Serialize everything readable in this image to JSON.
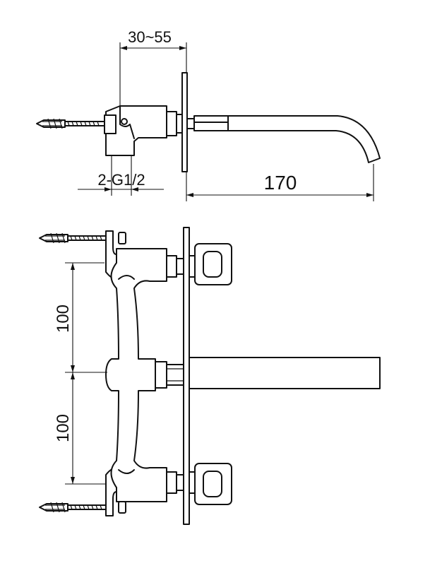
{
  "dimensions": {
    "wall_thickness": "30~55",
    "connection": "2-G1/2",
    "spout_projection": "170",
    "spacing_upper": "100",
    "spacing_lower": "100"
  }
}
